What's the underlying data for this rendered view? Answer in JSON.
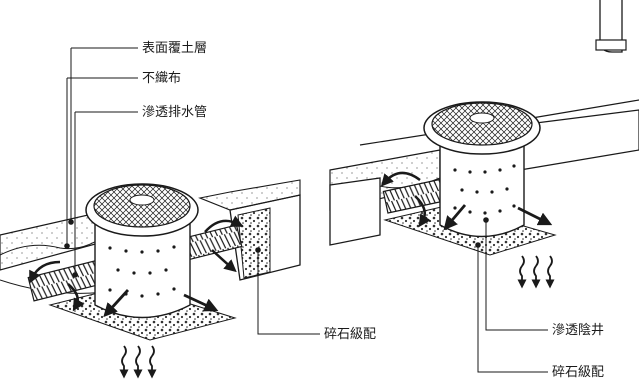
{
  "labels": {
    "surface_layer": "表面覆土層",
    "nonwoven": "不織布",
    "drain_pipe": "滲透排水管",
    "gravel_left": "碎石級配",
    "infiltration_well": "滲透陰井",
    "gravel_right": "碎石級配"
  },
  "colors": {
    "ink": "#1a1a1a",
    "soil_fill": "#ffffff",
    "gravel_fill": "#4a4a4a"
  },
  "icons": {
    "flow_arrow": "curved-flow-arrow",
    "seep_arrow": "wavy-down-arrow"
  }
}
